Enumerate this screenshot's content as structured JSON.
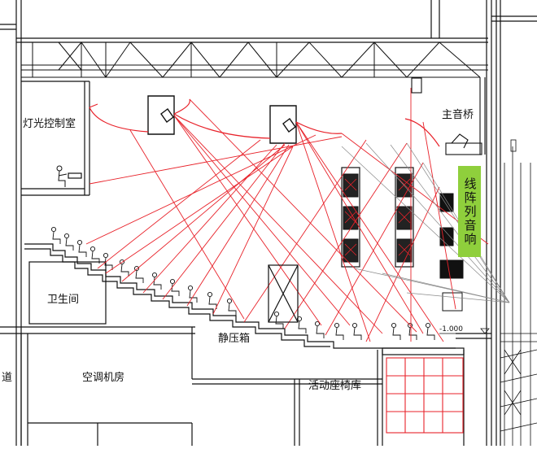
{
  "labels": {
    "lighting_control_room": "灯光控制室",
    "main_sound_bridge": "主音桥",
    "line_array_speaker": "线阵列音响",
    "restroom": "卫生间",
    "plenum_box": "静压箱",
    "ac_room": "空调机房",
    "movable_seat_store": "活动座椅库",
    "corridor": "道",
    "elevation_mark": "-1.000"
  },
  "colors": {
    "line": "#111111",
    "ray": "#e8222a",
    "speaker_ray": "#8a8a8a",
    "tag": "#8fcf3c"
  }
}
